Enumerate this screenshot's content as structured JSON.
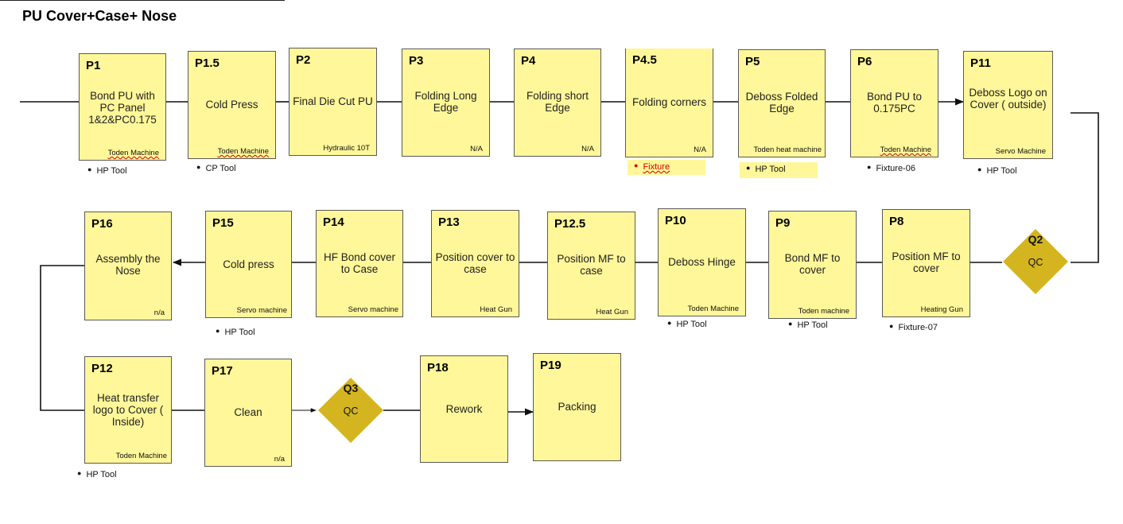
{
  "title": "PU Cover+Case+ Nose",
  "steps": {
    "p1": {
      "id": "P1",
      "label": "Bond PU with PC Panel 1&2&PC0.175",
      "tool": "Toden  Machine",
      "note": "HP Tool"
    },
    "p1_5": {
      "id": "P1.5",
      "label": "Cold Press",
      "tool": "Toden  Machine",
      "note": "CP Tool"
    },
    "p2": {
      "id": "P2",
      "label": "Final Die Cut PU",
      "tool": "Hydraulic  10T"
    },
    "p3": {
      "id": "P3",
      "label": "Folding Long Edge",
      "tool": "N/A"
    },
    "p4": {
      "id": "P4",
      "label": "Folding short Edge",
      "tool": "N/A"
    },
    "p4_5": {
      "id": "P4.5",
      "label": "Folding corners",
      "tool": "N/A",
      "note": "Fixture"
    },
    "p5": {
      "id": "P5",
      "label": "Deboss Folded Edge",
      "tool": "Toden heat machine",
      "note": "HP Tool"
    },
    "p6": {
      "id": "P6",
      "label": "Bond PU to 0.175PC",
      "tool": "Toden Machine",
      "note": "Fixture-06"
    },
    "p11": {
      "id": "P11",
      "label": "Deboss Logo on Cover ( outside)",
      "tool": "Servo  Machine",
      "note": "HP Tool"
    },
    "p8": {
      "id": "P8",
      "label": "Position MF to cover",
      "tool": "Heating Gun",
      "note": "Fixture-07"
    },
    "p9": {
      "id": "P9",
      "label": "Bond MF to cover",
      "tool": "Toden machine",
      "note": "HP Tool"
    },
    "p10": {
      "id": "P10",
      "label": "Deboss Hinge",
      "tool": "Toden Machine",
      "note": "HP Tool"
    },
    "p12_5": {
      "id": "P12.5",
      "label": "Position MF to case",
      "tool": "Heat Gun"
    },
    "p13": {
      "id": "P13",
      "label": "Position cover to case",
      "tool": "Heat Gun"
    },
    "p14": {
      "id": "P14",
      "label": "HF Bond cover to Case",
      "tool": "Servo  machine"
    },
    "p15": {
      "id": "P15",
      "label": "Cold press",
      "tool": "Servo machine",
      "note": "HP Tool"
    },
    "p16": {
      "id": "P16",
      "label": "Assembly the Nose",
      "tool": "n/a"
    },
    "p12": {
      "id": "P12",
      "label": "Heat transfer logo to  Cover ( Inside)",
      "tool": "Toden Machine",
      "note": "HP Tool"
    },
    "p17": {
      "id": "P17",
      "label": "Clean",
      "tool": "n/a"
    },
    "p18": {
      "id": "P18",
      "label": "Rework"
    },
    "p19": {
      "id": "P19",
      "label": "Packing"
    }
  },
  "decisions": {
    "q2": {
      "id": "Q2",
      "label": "QC"
    },
    "q3": {
      "id": "Q3",
      "label": "QC"
    }
  },
  "colors": {
    "box_fill": "#fff799",
    "decision_fill": "#d4b520",
    "line": "#111111",
    "note_red": "#d40000"
  }
}
